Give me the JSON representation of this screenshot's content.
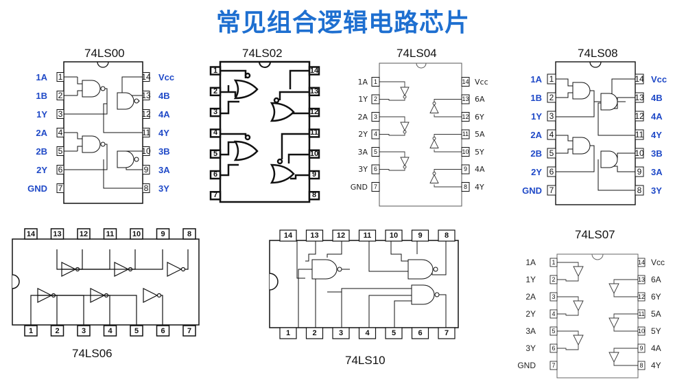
{
  "title": "常见组合逻辑电路芯片",
  "chips": {
    "c00": {
      "label": "74LS00",
      "left_pins": [
        {
          "num": "1",
          "name": "1A"
        },
        {
          "num": "2",
          "name": "1B"
        },
        {
          "num": "3",
          "name": "1Y"
        },
        {
          "num": "4",
          "name": "2A"
        },
        {
          "num": "5",
          "name": "2B"
        },
        {
          "num": "6",
          "name": "2Y"
        },
        {
          "num": "7",
          "name": "GND"
        }
      ],
      "right_pins": [
        {
          "num": "14",
          "name": "Vcc"
        },
        {
          "num": "13",
          "name": "4B"
        },
        {
          "num": "12",
          "name": "4A"
        },
        {
          "num": "11",
          "name": "4Y"
        },
        {
          "num": "10",
          "name": "3B"
        },
        {
          "num": "9",
          "name": "3A"
        },
        {
          "num": "8",
          "name": "3Y"
        }
      ]
    },
    "c02": {
      "label": "74LS02",
      "left_pins": [
        "1",
        "2",
        "3",
        "4",
        "5",
        "6",
        "7"
      ],
      "right_pins": [
        "14",
        "13",
        "12",
        "11",
        "10",
        "9",
        "8"
      ]
    },
    "c04": {
      "label": "74LS04",
      "left_pins": [
        {
          "num": "1",
          "name": "1A"
        },
        {
          "num": "2",
          "name": "1Y"
        },
        {
          "num": "3",
          "name": "2A"
        },
        {
          "num": "4",
          "name": "2Y"
        },
        {
          "num": "5",
          "name": "3A"
        },
        {
          "num": "6",
          "name": "3Y"
        },
        {
          "num": "7",
          "name": "GND"
        }
      ],
      "right_pins": [
        {
          "num": "14",
          "name": "Vcc"
        },
        {
          "num": "13",
          "name": "6A"
        },
        {
          "num": "12",
          "name": "6Y"
        },
        {
          "num": "11",
          "name": "5A"
        },
        {
          "num": "10",
          "name": "5Y"
        },
        {
          "num": "9",
          "name": "4A"
        },
        {
          "num": "8",
          "name": "4Y"
        }
      ]
    },
    "c08": {
      "label": "74LS08",
      "left_pins": [
        {
          "num": "1",
          "name": "1A"
        },
        {
          "num": "2",
          "name": "1B"
        },
        {
          "num": "3",
          "name": "1Y"
        },
        {
          "num": "4",
          "name": "2A"
        },
        {
          "num": "5",
          "name": "2B"
        },
        {
          "num": "6",
          "name": "2Y"
        },
        {
          "num": "7",
          "name": "GND"
        }
      ],
      "right_pins": [
        {
          "num": "14",
          "name": "Vcc"
        },
        {
          "num": "13",
          "name": "4B"
        },
        {
          "num": "12",
          "name": "4A"
        },
        {
          "num": "11",
          "name": "4Y"
        },
        {
          "num": "10",
          "name": "3B"
        },
        {
          "num": "9",
          "name": "3A"
        },
        {
          "num": "8",
          "name": "3Y"
        }
      ]
    },
    "c06": {
      "label": "74LS06",
      "top_pins": [
        "14",
        "13",
        "12",
        "11",
        "10",
        "9",
        "8"
      ],
      "bottom_pins": [
        "1",
        "2",
        "3",
        "4",
        "5",
        "6",
        "7"
      ]
    },
    "c10": {
      "label": "74LS10",
      "top_pins": [
        "14",
        "13",
        "12",
        "11",
        "10",
        "9",
        "8"
      ],
      "bottom_pins": [
        "1",
        "2",
        "3",
        "4",
        "5",
        "6",
        "7"
      ]
    },
    "c07": {
      "label": "74LS07",
      "left_pins": [
        {
          "num": "1",
          "name": "1A"
        },
        {
          "num": "2",
          "name": "1Y"
        },
        {
          "num": "3",
          "name": "2A"
        },
        {
          "num": "4",
          "name": "2Y"
        },
        {
          "num": "5",
          "name": "3A"
        },
        {
          "num": "6",
          "name": "3Y"
        },
        {
          "num": "7",
          "name": "GND"
        }
      ],
      "right_pins": [
        {
          "num": "14",
          "name": "Vcc"
        },
        {
          "num": "13",
          "name": "6A"
        },
        {
          "num": "12",
          "name": "6Y"
        },
        {
          "num": "11",
          "name": "5A"
        },
        {
          "num": "10",
          "name": "5Y"
        },
        {
          "num": "9",
          "name": "4A"
        },
        {
          "num": "8",
          "name": "4Y"
        }
      ]
    }
  }
}
